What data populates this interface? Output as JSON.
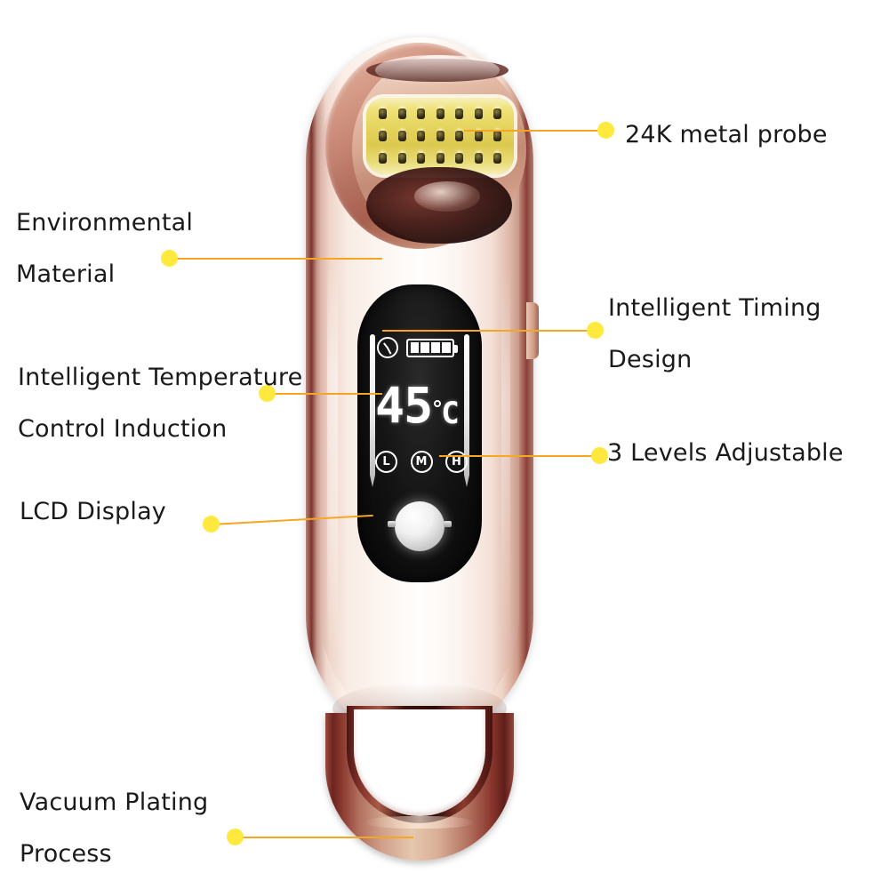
{
  "page": {
    "title": "Beauty device feature callout diagram",
    "background": "#ffffff"
  },
  "colors": {
    "leader_line": "#f5a623",
    "callout_dot": "#ffe93f",
    "label_text": "#1a1a1a",
    "probe_gold": "#e4d35c",
    "rose_gold": "#c98876",
    "body_cream": "#fdf6f1",
    "lcd_black": "#050505",
    "lcd_text": "#ffffff"
  },
  "device": {
    "name": "rf-beauty-device",
    "probe": {
      "name": "24k-gold-probe-head",
      "pin_columns": 7,
      "pin_rows": 3,
      "pin_total": 21
    },
    "lcd": {
      "name": "lcd-display",
      "timer_icon": "clock-icon",
      "battery_icon": "battery-icon",
      "battery_bars": 4,
      "temperature_value": "45",
      "temperature_degree": "°",
      "temperature_unit": "C",
      "temperature_display": "45°C",
      "levels": [
        {
          "key": "L",
          "label": "L",
          "name": "level-low"
        },
        {
          "key": "M",
          "label": "M",
          "name": "level-medium"
        },
        {
          "key": "H",
          "label": "H",
          "name": "level-high"
        }
      ],
      "power_button": "power-button"
    },
    "handle": {
      "name": "vacuum-plated-loop-handle"
    }
  },
  "callouts": [
    {
      "id": "probe",
      "name": "callout-24k-metal-probe",
      "side": "right",
      "lines": [
        "24K metal probe"
      ]
    },
    {
      "id": "timing",
      "name": "callout-intelligent-timing-design",
      "side": "right",
      "lines": [
        "Intelligent Timing",
        "Design"
      ]
    },
    {
      "id": "levels",
      "name": "callout-3-levels-adjustable",
      "side": "right",
      "lines": [
        "3 Levels Adjustable"
      ]
    },
    {
      "id": "material",
      "name": "callout-environmental-material",
      "side": "left",
      "lines": [
        "Environmental",
        "Material"
      ]
    },
    {
      "id": "temperature",
      "name": "callout-intelligent-temperature-control-induction",
      "side": "left",
      "lines": [
        "Intelligent Temperature",
        "Control Induction"
      ]
    },
    {
      "id": "lcd",
      "name": "callout-lcd-display",
      "side": "left",
      "lines": [
        "LCD Display"
      ]
    },
    {
      "id": "vacuum",
      "name": "callout-vacuum-plating-process",
      "side": "left",
      "lines": [
        "Vacuum Plating",
        "Process"
      ]
    }
  ]
}
